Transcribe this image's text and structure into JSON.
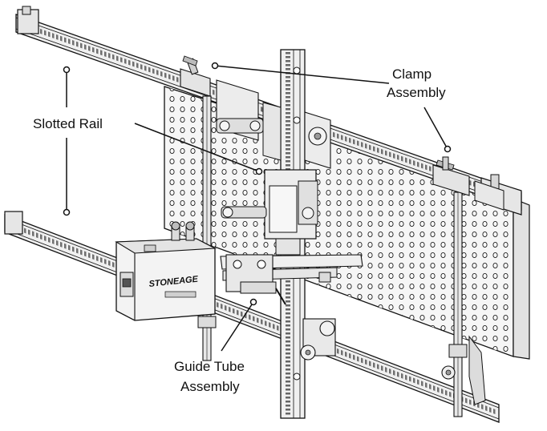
{
  "callouts": {
    "clamp_line1": "Clamp",
    "clamp_line2": "Assembly",
    "slotted_rail": "Slotted Rail",
    "guide_tube_line1": "Guide Tube",
    "guide_tube_line2": "Assembly"
  },
  "brand_plate": {
    "logo_text": "STONEAGE"
  },
  "colors": {
    "ink": "#111111",
    "metal_light": "#f2f2f2",
    "metal_mid": "#d9d9d9",
    "metal_dark": "#9a9a9a",
    "panel": "#f6f6f6",
    "background": "#ffffff"
  }
}
